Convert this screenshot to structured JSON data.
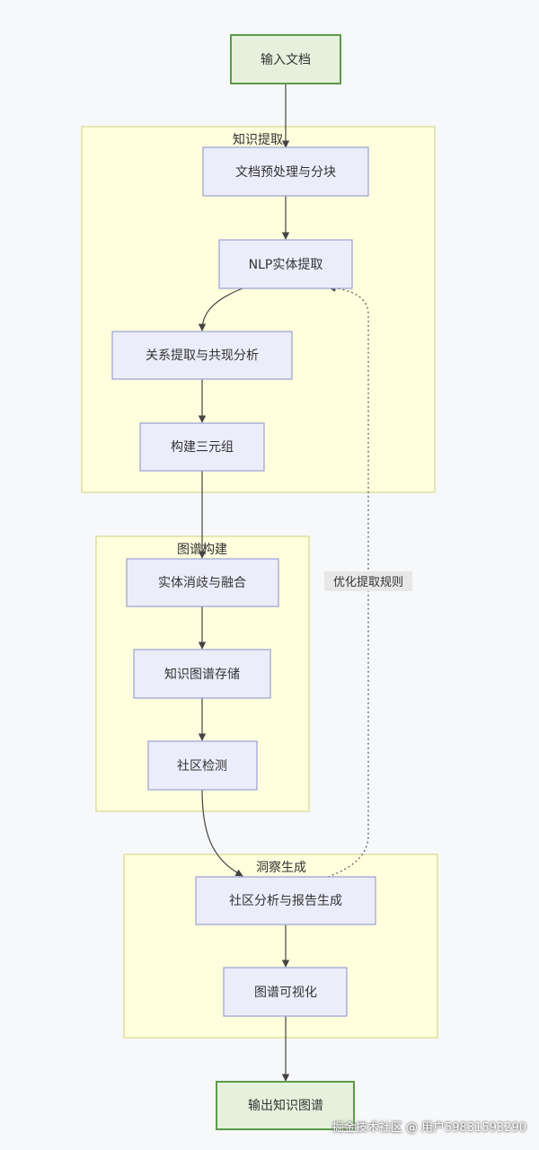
{
  "clusters": {
    "knowledge_extraction": "知识提取",
    "graph_construction": "图谱构建",
    "insight_generation": "洞察生成"
  },
  "nodes": {
    "input_docs": "输入文档",
    "preprocess": "文档预处理与分块",
    "nlp_entity": "NLP实体提取",
    "relation": "关系提取与共现分析",
    "triples": "构建三元组",
    "entity_fusion": "实体消歧与融合",
    "kg_storage": "知识图谱存储",
    "community_detect": "社区检测",
    "community_report": "社区分析与报告生成",
    "visualization": "图谱可视化",
    "output_kg": "输出知识图谱"
  },
  "edge_labels": {
    "feedback": "优化提取规则"
  },
  "watermark": "掘金技术社区 @ 用户59831593290",
  "colors": {
    "cluster_fill": "#ffffde",
    "cluster_stroke": "#d6d98e",
    "node_fill": "#ecedfb",
    "node_stroke": "#9aa0d6",
    "terminal_fill": "#e5f1dc",
    "terminal_stroke": "#5c9a4a"
  }
}
